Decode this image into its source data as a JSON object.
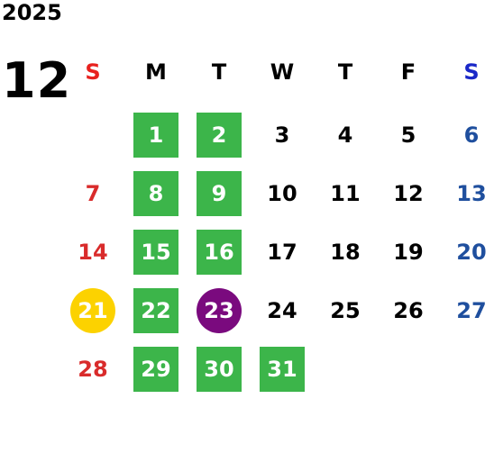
{
  "calendar": {
    "year": "2025",
    "month": "12",
    "weekdays": [
      "S",
      "M",
      "T",
      "W",
      "T",
      "F",
      "S"
    ],
    "weeks": [
      [
        "",
        "1",
        "2",
        "3",
        "4",
        "5",
        "6"
      ],
      [
        "7",
        "8",
        "9",
        "10",
        "11",
        "12",
        "13"
      ],
      [
        "14",
        "15",
        "16",
        "17",
        "18",
        "19",
        "20"
      ],
      [
        "21",
        "22",
        "23",
        "24",
        "25",
        "26",
        "27"
      ],
      [
        "28",
        "29",
        "30",
        "31",
        "",
        "",
        ""
      ]
    ],
    "highlighted_green": [
      "1",
      "2",
      "8",
      "9",
      "15",
      "16",
      "22",
      "29",
      "30",
      "31"
    ],
    "highlighted_yellow_circle": [
      "21"
    ],
    "highlighted_purple_circle": [
      "23"
    ],
    "colors": {
      "sunday": "#d92b2b",
      "saturday": "#1f4f9e",
      "green": "#3cb54a",
      "yellow": "#fcd200",
      "purple": "#7a0a7e"
    }
  }
}
